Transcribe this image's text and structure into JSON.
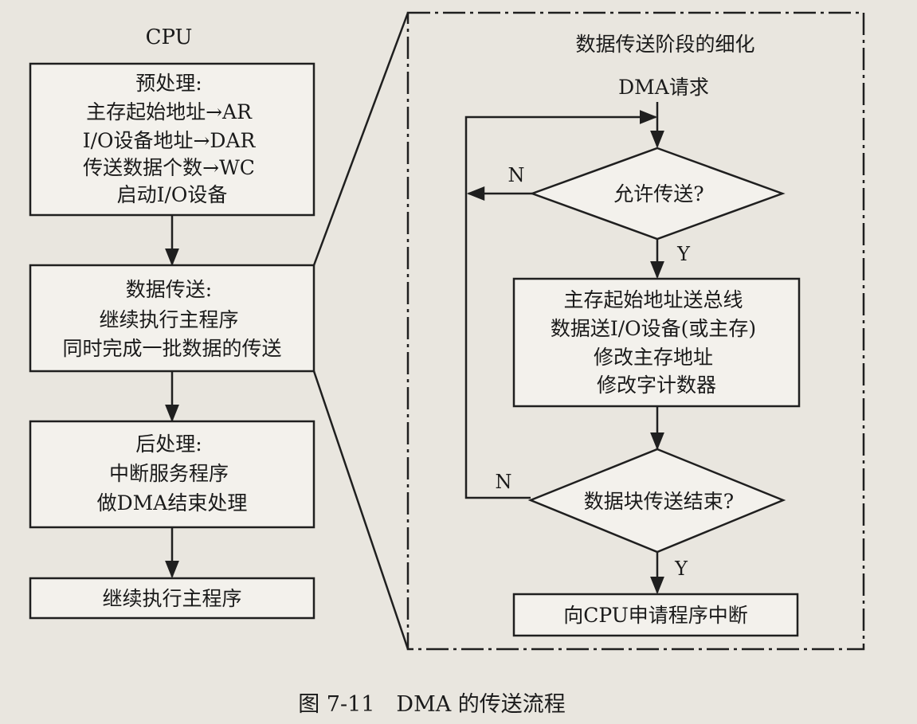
{
  "left": {
    "title": "CPU",
    "preprocess": [
      "预处理:",
      "主存起始地址→AR",
      "I/O设备地址→DAR",
      "传送数据个数→WC",
      "启动I/O设备"
    ],
    "transfer": [
      "数据传送:",
      "继续执行主程序",
      "同时完成一批数据的传送"
    ],
    "postprocess": [
      "后处理:",
      "中断服务程序",
      "做DMA结束处理"
    ],
    "continue": "继续执行主程序"
  },
  "right": {
    "title": "数据传送阶段的细化",
    "start": "DMA请求",
    "decision1": "允许传送?",
    "decision1_no": "N",
    "decision1_yes": "Y",
    "process": [
      "主存起始地址送总线",
      "数据送I/O设备(或主存)",
      "修改主存地址",
      "修改字计数器"
    ],
    "decision2": "数据块传送结束?",
    "decision2_no": "N",
    "decision2_yes": "Y",
    "end": "向CPU申请程序中断"
  },
  "caption": "图 7-11　DMA 的传送流程"
}
